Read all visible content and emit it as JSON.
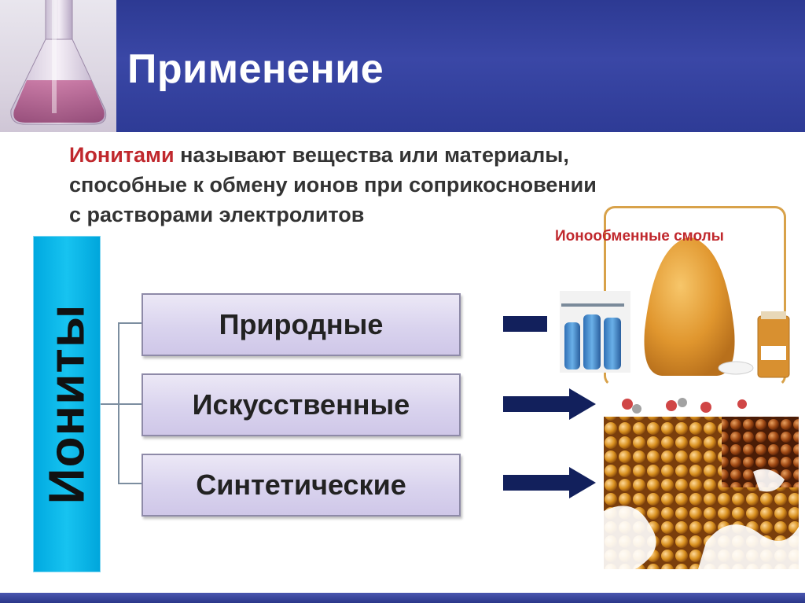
{
  "slide": {
    "title": "Применение",
    "definition": {
      "highlight": "Ионитами",
      "rest_line1": " называют вещества или материалы,",
      "line2": "способные к обмену ионов при соприкосновении",
      "line3": "с растворами электролитов"
    },
    "vertical_label": "Иониты",
    "categories": [
      {
        "label": "Природные"
      },
      {
        "label": "Искусственные"
      },
      {
        "label": "Синтетические"
      }
    ],
    "image_label": "Ионообменные смолы"
  },
  "colors": {
    "header": "#2d3a93",
    "accent_red": "#c0282d",
    "vertical_box": "#00a9e0",
    "category_box": "#d9d3ee",
    "arrow": "#12205c",
    "frame": "#d8a24a"
  },
  "icons": {
    "flask": "flask-image",
    "arrows": "right-arrow-icon",
    "resin": "resin-photo",
    "beads": "beads-photo"
  }
}
